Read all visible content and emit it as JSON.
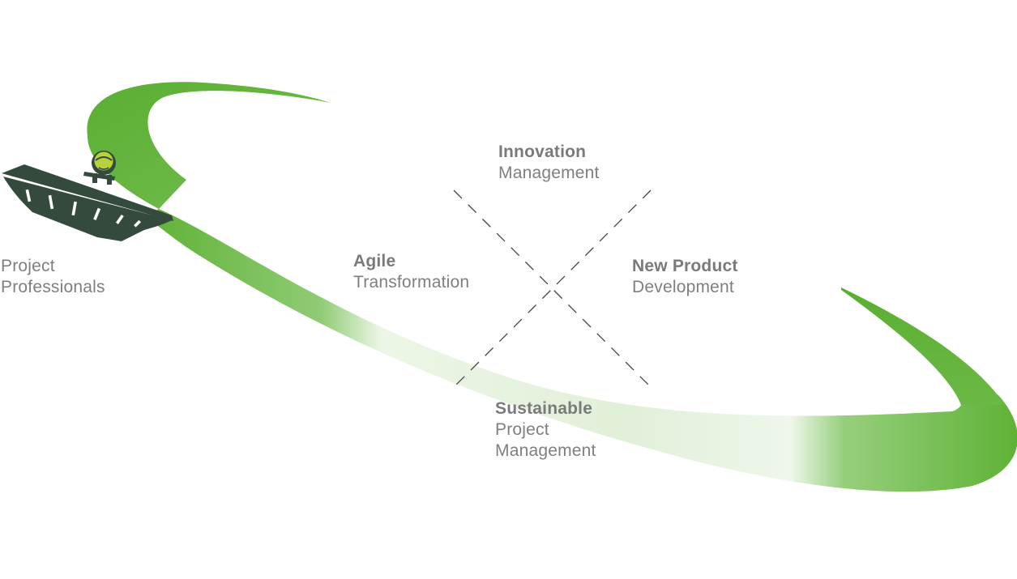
{
  "labels": {
    "project_professionals": {
      "line1": "Project",
      "line2": "Professionals"
    },
    "agile": {
      "title": "Agile",
      "subtitle": "Transformation"
    },
    "innovation": {
      "title": "Innovation",
      "subtitle": "Management"
    },
    "new_product": {
      "title": "New Product",
      "subtitle": "Development"
    },
    "sustainable": {
      "title": "Sustainable",
      "line2": "Project",
      "line3": "Management"
    }
  },
  "colors": {
    "ring_green": "#63b33a",
    "ring_light": "#e4f1dc",
    "boat": "#344a3c",
    "helmet": "#b7d33c",
    "text": "#7f7f7f",
    "crosshair": "#444444"
  },
  "icons": {
    "boat": "boat-icon",
    "helmet_figure": "person-icon"
  }
}
